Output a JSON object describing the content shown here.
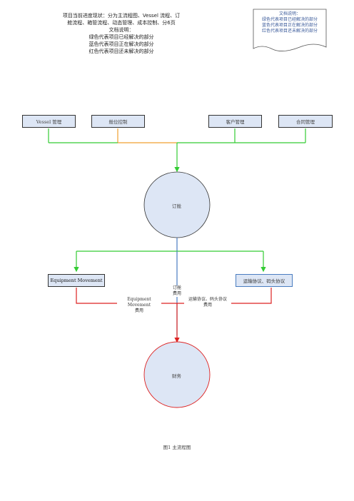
{
  "header_note": {
    "lines": [
      "项目当前进度现状：分为主流程图、Vessel 流程、订",
      "舱流程、箱管流程、动态管理、成本控制、分6页",
      "文档说明：",
      "绿色代表项目已经解决的部分",
      "蓝色代表项目正在解决的部分",
      "红色代表项目还未解决的部分"
    ]
  },
  "legend_box": {
    "lines": [
      "文档说明：",
      "绿色代表项目已经解决的部分",
      "蓝色代表项目正在解决的部分",
      "红色代表项目还未解决的部分"
    ]
  },
  "top_nodes": {
    "vessel": "Vessel 管理",
    "slot_control": "舱位控制",
    "customer": "客户管理",
    "contract": "合同管理"
  },
  "booking_node": "订舱",
  "mid_nodes": {
    "equipment": "Equipment Movement",
    "transport": "运输协议、码头协议"
  },
  "edge_labels": {
    "equipment_fee": [
      "Equipment Movement",
      "费用"
    ],
    "booking_fee": [
      "订舱",
      "费用"
    ],
    "transport_fee": [
      "运输协议、码头协议",
      "费用"
    ]
  },
  "finance_node": "财务",
  "caption": "图1 主流程图",
  "colors": {
    "green": "#33cc33",
    "blue": "#4a7cc0",
    "red": "#dd2222",
    "orange": "#f0a030",
    "circle_fill": "#dde6f5"
  }
}
